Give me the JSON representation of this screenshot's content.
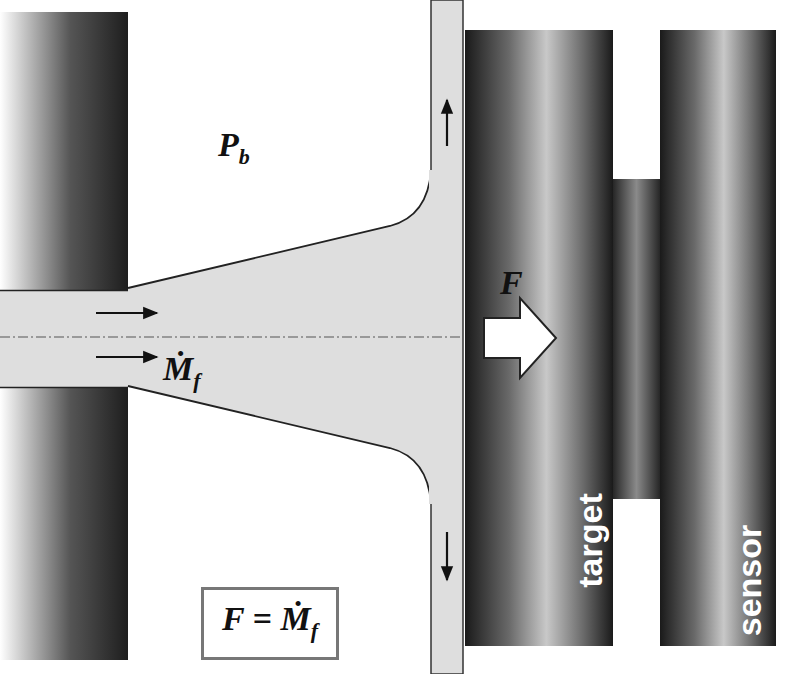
{
  "diagram": {
    "nodes": [
      {
        "text": [
          "target"
        ]
      },
      {
        "text": [
          "sensor"
        ]
      },
      {
        "text": [
          "F = Ṁf"
        ]
      }
    ],
    "edges": [
      {
        "from": 0,
        "to": 1,
        "arrow": "none"
      }
    ],
    "labels": [
      "Pb",
      "F",
      "Ṁf"
    ]
  }
}
